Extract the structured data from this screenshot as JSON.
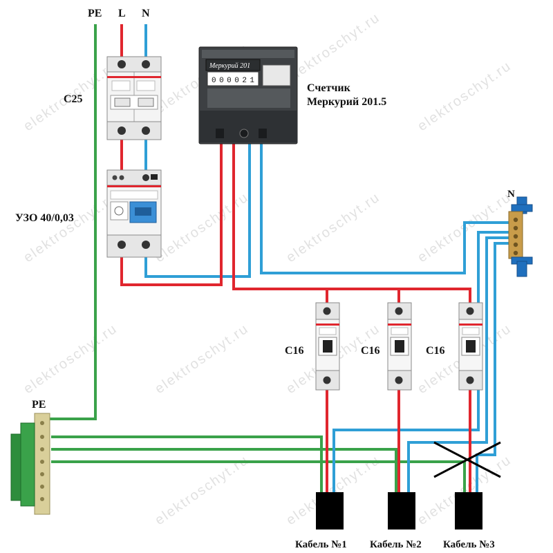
{
  "labels": {
    "pe_top": "PE",
    "l_top": "L",
    "n_top": "N",
    "c25": "C25",
    "uzo": "УЗО 40/0,03",
    "meter_line1": "Счетчик",
    "meter_line2": "Меркурий 201.5",
    "n_bus": "N",
    "pe_bus": "PE",
    "breakers": [
      "C16",
      "C16",
      "C16"
    ],
    "cables": [
      "Кабель №1",
      "Кабель №2",
      "Кабель №3"
    ]
  },
  "meter": {
    "brand_text": "Меркурий 201",
    "digits": "000021"
  },
  "watermark": "elektroschyt.ru",
  "colors": {
    "phase": "#e0262e",
    "neutral": "#2f9fd6",
    "pe": "#3aa24a",
    "cable": "#000000",
    "cross": "#000000"
  }
}
